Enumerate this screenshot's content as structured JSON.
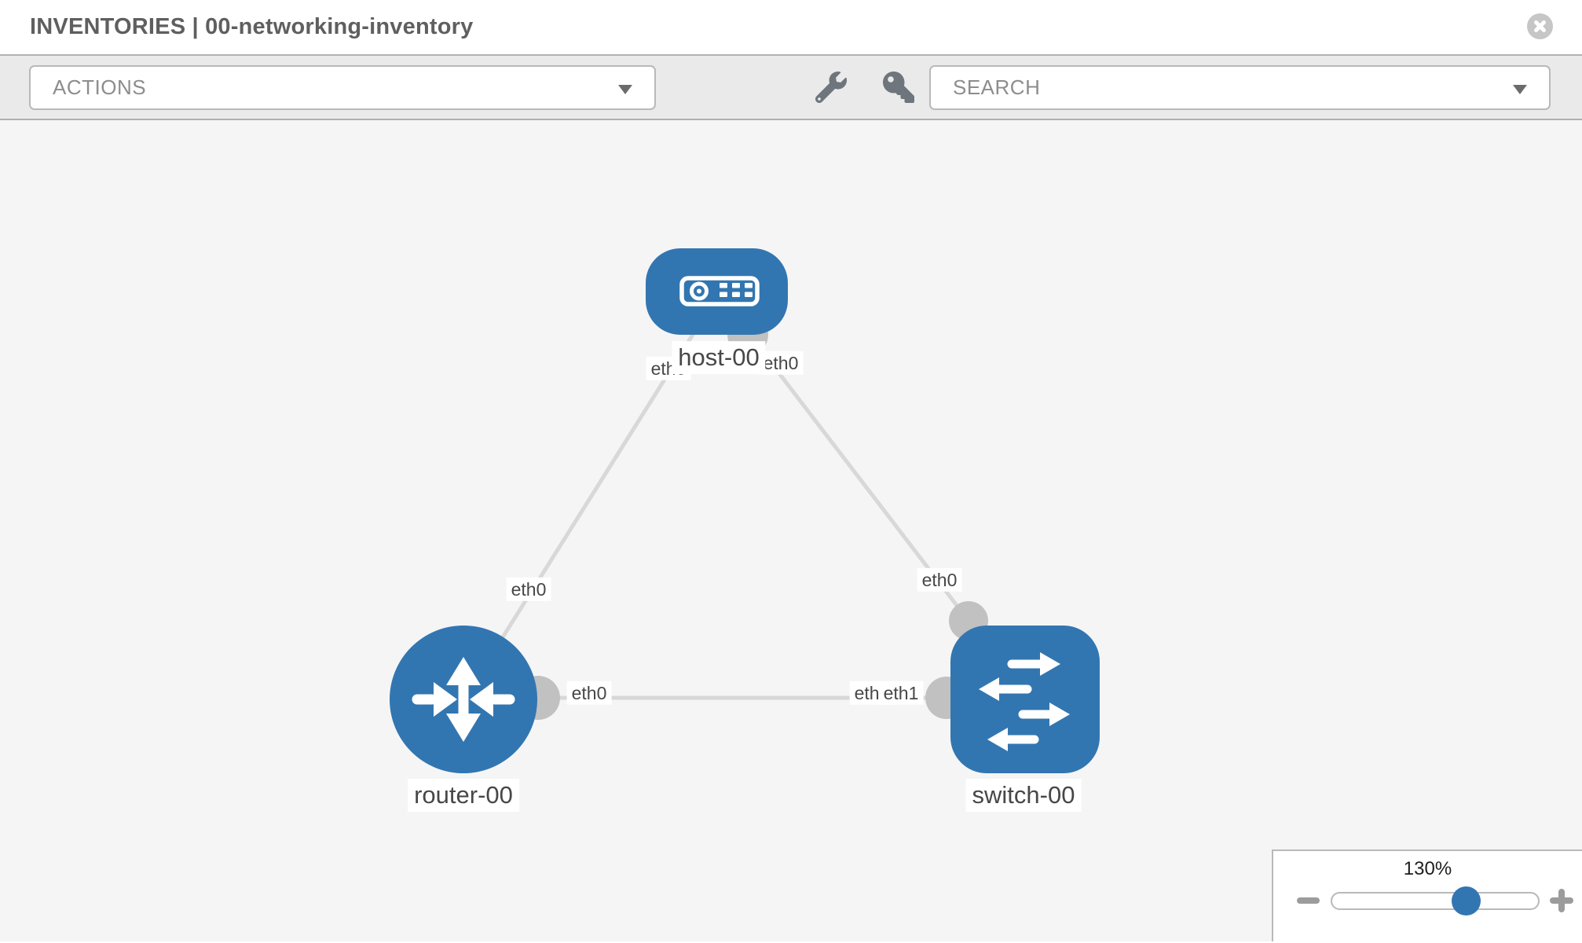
{
  "header": {
    "title": "INVENTORIES | 00-networking-inventory"
  },
  "toolbar": {
    "actions_dropdown": {
      "value": "ACTIONS"
    },
    "icons": [
      "wrench-icon",
      "key-icon"
    ],
    "search_dropdown": {
      "placeholder": "SEARCH"
    }
  },
  "topology": {
    "nodes": [
      {
        "id": "host-00",
        "type": "host",
        "label": "host-00"
      },
      {
        "id": "router-00",
        "type": "router",
        "label": "router-00"
      },
      {
        "id": "switch-00",
        "type": "switch",
        "label": "switch-00"
      }
    ],
    "links": [
      {
        "source": "host-00",
        "source_interface": "eth0",
        "target": "router-00",
        "target_interface": "eth0"
      },
      {
        "source": "host-00",
        "source_interface": "eth0",
        "target": "switch-00",
        "target_interface": "eth0"
      },
      {
        "source": "router-00",
        "source_interface": "eth0",
        "target": "switch-00",
        "target_interface": "eth1"
      }
    ],
    "overlapped_interface_label": "eth0"
  },
  "zoom_control": {
    "level": "130%"
  },
  "colors": {
    "node_blue": "#3276b1",
    "link_gray": "#d8d8d8",
    "port_gray": "#c1c1c1",
    "canvas_bg": "#f5f5f5",
    "toolbar_bg": "#eaeaea"
  }
}
